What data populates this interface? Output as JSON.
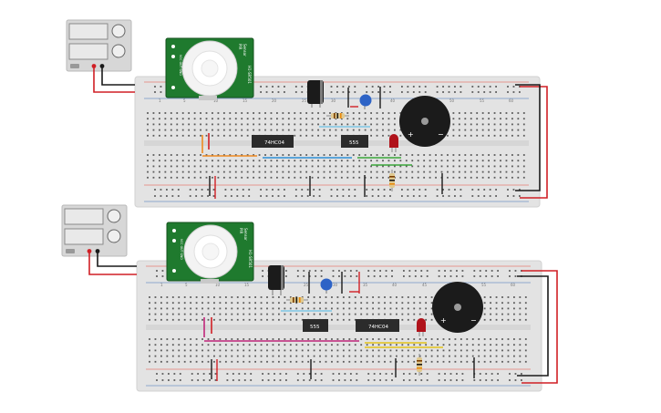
{
  "colors": {
    "breadboard": "#e3e3e3",
    "breadboard_edge": "#d2d2d2",
    "hole": "#5a5a5a",
    "rail_red": "#e74c3c",
    "rail_blue": "#3d6fb6",
    "pir_board": "#1f7a2e",
    "wire_red": "#d01f25",
    "wire_black": "#1a1a1a",
    "wire_orange": "#ef8a1f",
    "wire_blue": "#2c8fd6",
    "wire_lightblue": "#7ec7e6",
    "wire_green": "#3aa63a",
    "wire_magenta": "#c0267a",
    "wire_yellow": "#e3c31b",
    "ic_body": "#2b2b2b",
    "buzzer": "#1b1b1b",
    "led": "#b0121a",
    "capacitor_blue": "#2d63c6",
    "psu_body": "#d7d7d7"
  },
  "circuits": [
    {
      "ic_left": "74HC04",
      "ic_right": "555",
      "pir_lines": [
        "PIR",
        "Sensor",
        "H1-SR501"
      ],
      "pir_pins": "VCC OUT GND",
      "col_labels": [
        "1",
        "5",
        "10",
        "15",
        "20",
        "25",
        "30",
        "35",
        "40",
        "45",
        "50",
        "55",
        "60"
      ]
    },
    {
      "ic_left": "555",
      "ic_right": "74HC04",
      "pir_lines": [
        "PIR",
        "Sensor",
        "H1-SR501"
      ],
      "pir_pins": "VCC OUT GND",
      "col_labels": [
        "1",
        "5",
        "10",
        "15",
        "20",
        "25",
        "30",
        "35",
        "40",
        "45",
        "50",
        "55",
        "60"
      ]
    }
  ],
  "buzzer_marks": [
    "+",
    "−"
  ]
}
